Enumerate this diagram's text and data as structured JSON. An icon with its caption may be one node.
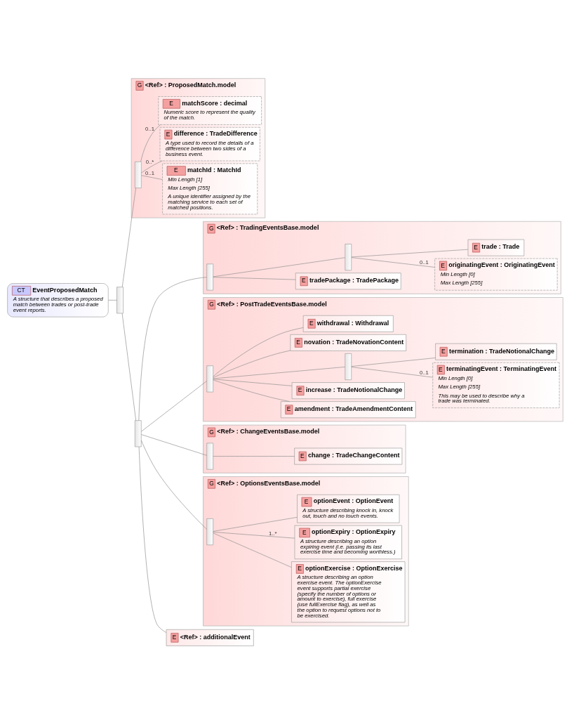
{
  "diagram": {
    "nodes": [
      {
        "text": [
          "CT",
          "EventProposedMatch",
          "A structure that describes a proposed match between trades or post-trade event reports."
        ]
      },
      {
        "text": [],
        "shape": "bar"
      },
      {
        "text": [],
        "shape": "bar"
      },
      {
        "text": [
          "G",
          "<Ref> : TradingEventsBase.model"
        ]
      },
      {
        "text": [],
        "shape": "bar",
        "in": 3
      },
      {
        "text": [
          "E",
          "tradePackage : TradePackage"
        ],
        "in": 3
      },
      {
        "text": [],
        "shape": "bar",
        "in": 3
      },
      {
        "text": [
          "E",
          "originatingEvent : OriginatingEvent",
          "Min Length [0]",
          "Max Length [255]"
        ],
        "in": 3
      },
      {
        "text": [
          "E",
          "trade : Trade"
        ],
        "in": 3
      },
      {
        "text": [
          "G",
          "<Ref> : PostTradeEventsBase.model"
        ]
      },
      {
        "text": [],
        "shape": "bar",
        "in": 9
      },
      {
        "text": [
          "E",
          "amendment : TradeAmendmentContent"
        ],
        "in": 9
      },
      {
        "text": [
          "E",
          "increase : TradeNotionalChange"
        ],
        "in": 9
      },
      {
        "text": [],
        "shape": "bar",
        "in": 9
      },
      {
        "text": [
          "E",
          "terminatingEvent : TerminatingEvent",
          "Min Length [0]",
          "Max Length [255]",
          "This may be used to describe why a trade was terminated."
        ],
        "in": 9
      },
      {
        "text": [
          "E",
          "termination : TradeNotionalChange"
        ],
        "in": 9
      },
      {
        "text": [
          "E",
          "novation : TradeNovationContent"
        ],
        "in": 9
      },
      {
        "text": [
          "E",
          "withdrawal : Withdrawal"
        ],
        "in": 9
      },
      {
        "text": [
          "G",
          "<Ref> : ChangeEventsBase.model"
        ]
      },
      {
        "text": [],
        "shape": "bar",
        "in": 18
      },
      {
        "text": [
          "E",
          "change : TradeChangeContent"
        ],
        "in": 18
      },
      {
        "text": [
          "G",
          "<Ref> : OptionsEventsBase.model"
        ]
      },
      {
        "text": [],
        "shape": "bar",
        "in": 21
      },
      {
        "text": [
          "E",
          "optionExercise : OptionExercise",
          "A structure describing an option exercise event. The optionExercise event supports partial exercise (specify the number of options or amount to exercise), full exercise (use fullExercise flag), as well as the option to request options not to be exercised."
        ],
        "in": 21
      },
      {
        "text": [
          "E",
          "optionExpiry : OptionExpiry",
          "A structure describing an option expiring event (i.e. passing its last exercise time and becoming worthless.)"
        ],
        "in": 21
      },
      {
        "text": [
          "E",
          "optionEvent : OptionEvent",
          "A structure describing knock in, knock out, touch and no touch events."
        ],
        "in": 21
      },
      {
        "text": [
          "E",
          "<Ref> : additionalEvent"
        ]
      },
      {
        "text": [
          "G",
          "<Ref> : ProposedMatch.model"
        ]
      },
      {
        "text": [],
        "shape": "bar",
        "in": 27
      },
      {
        "text": [
          "E",
          "matchId : MatchId",
          "Min Length [1]",
          "Max Length [255]",
          "A unique identifier assigned by the matching service to each set of matched positions."
        ],
        "in": 27
      },
      {
        "text": [
          "E",
          "difference : TradeDifference",
          "A type used to record the details of a difference between two sides of a business event."
        ],
        "in": 27
      },
      {
        "text": [
          "E",
          "matchScore : decimal",
          "Numeric score to represent the quality of the match."
        ],
        "in": 27
      }
    ],
    "edges": [
      {
        "from": 0,
        "to": 1,
        "arrow": "none"
      },
      {
        "from": 1,
        "to": 2,
        "arrow": "none"
      },
      {
        "from": 2,
        "to": 4,
        "arrow": "none"
      },
      {
        "from": 4,
        "to": 5,
        "arrow": "none"
      },
      {
        "from": 4,
        "to": 6,
        "arrow": "none"
      },
      {
        "from": 6,
        "to": 7,
        "arrow": "none",
        "label": "0..1"
      },
      {
        "from": 6,
        "to": 8,
        "arrow": "none"
      },
      {
        "from": 2,
        "to": 10,
        "arrow": "none"
      },
      {
        "from": 10,
        "to": 11,
        "arrow": "none"
      },
      {
        "from": 10,
        "to": 12,
        "arrow": "none"
      },
      {
        "from": 10,
        "to": 13,
        "arrow": "none"
      },
      {
        "from": 13,
        "to": 14,
        "arrow": "none",
        "label": "0..1"
      },
      {
        "from": 13,
        "to": 15,
        "arrow": "none"
      },
      {
        "from": 10,
        "to": 16,
        "arrow": "none"
      },
      {
        "from": 10,
        "to": 17,
        "arrow": "none"
      },
      {
        "from": 2,
        "to": 19,
        "arrow": "none"
      },
      {
        "from": 19,
        "to": 20,
        "arrow": "none"
      },
      {
        "from": 2,
        "to": 22,
        "arrow": "none"
      },
      {
        "from": 22,
        "to": 23,
        "arrow": "none"
      },
      {
        "from": 22,
        "to": 24,
        "arrow": "none",
        "label": "1..*"
      },
      {
        "from": 22,
        "to": 25,
        "arrow": "none"
      },
      {
        "from": 2,
        "to": 26,
        "arrow": "none"
      },
      {
        "from": 1,
        "to": 28,
        "arrow": "none"
      },
      {
        "from": 28,
        "to": 29,
        "arrow": "none",
        "label": "0..1"
      },
      {
        "from": 28,
        "to": 30,
        "arrow": "none",
        "label": "0..*"
      },
      {
        "from": 28,
        "to": 31,
        "arrow": "none",
        "label": "0..1"
      }
    ]
  }
}
